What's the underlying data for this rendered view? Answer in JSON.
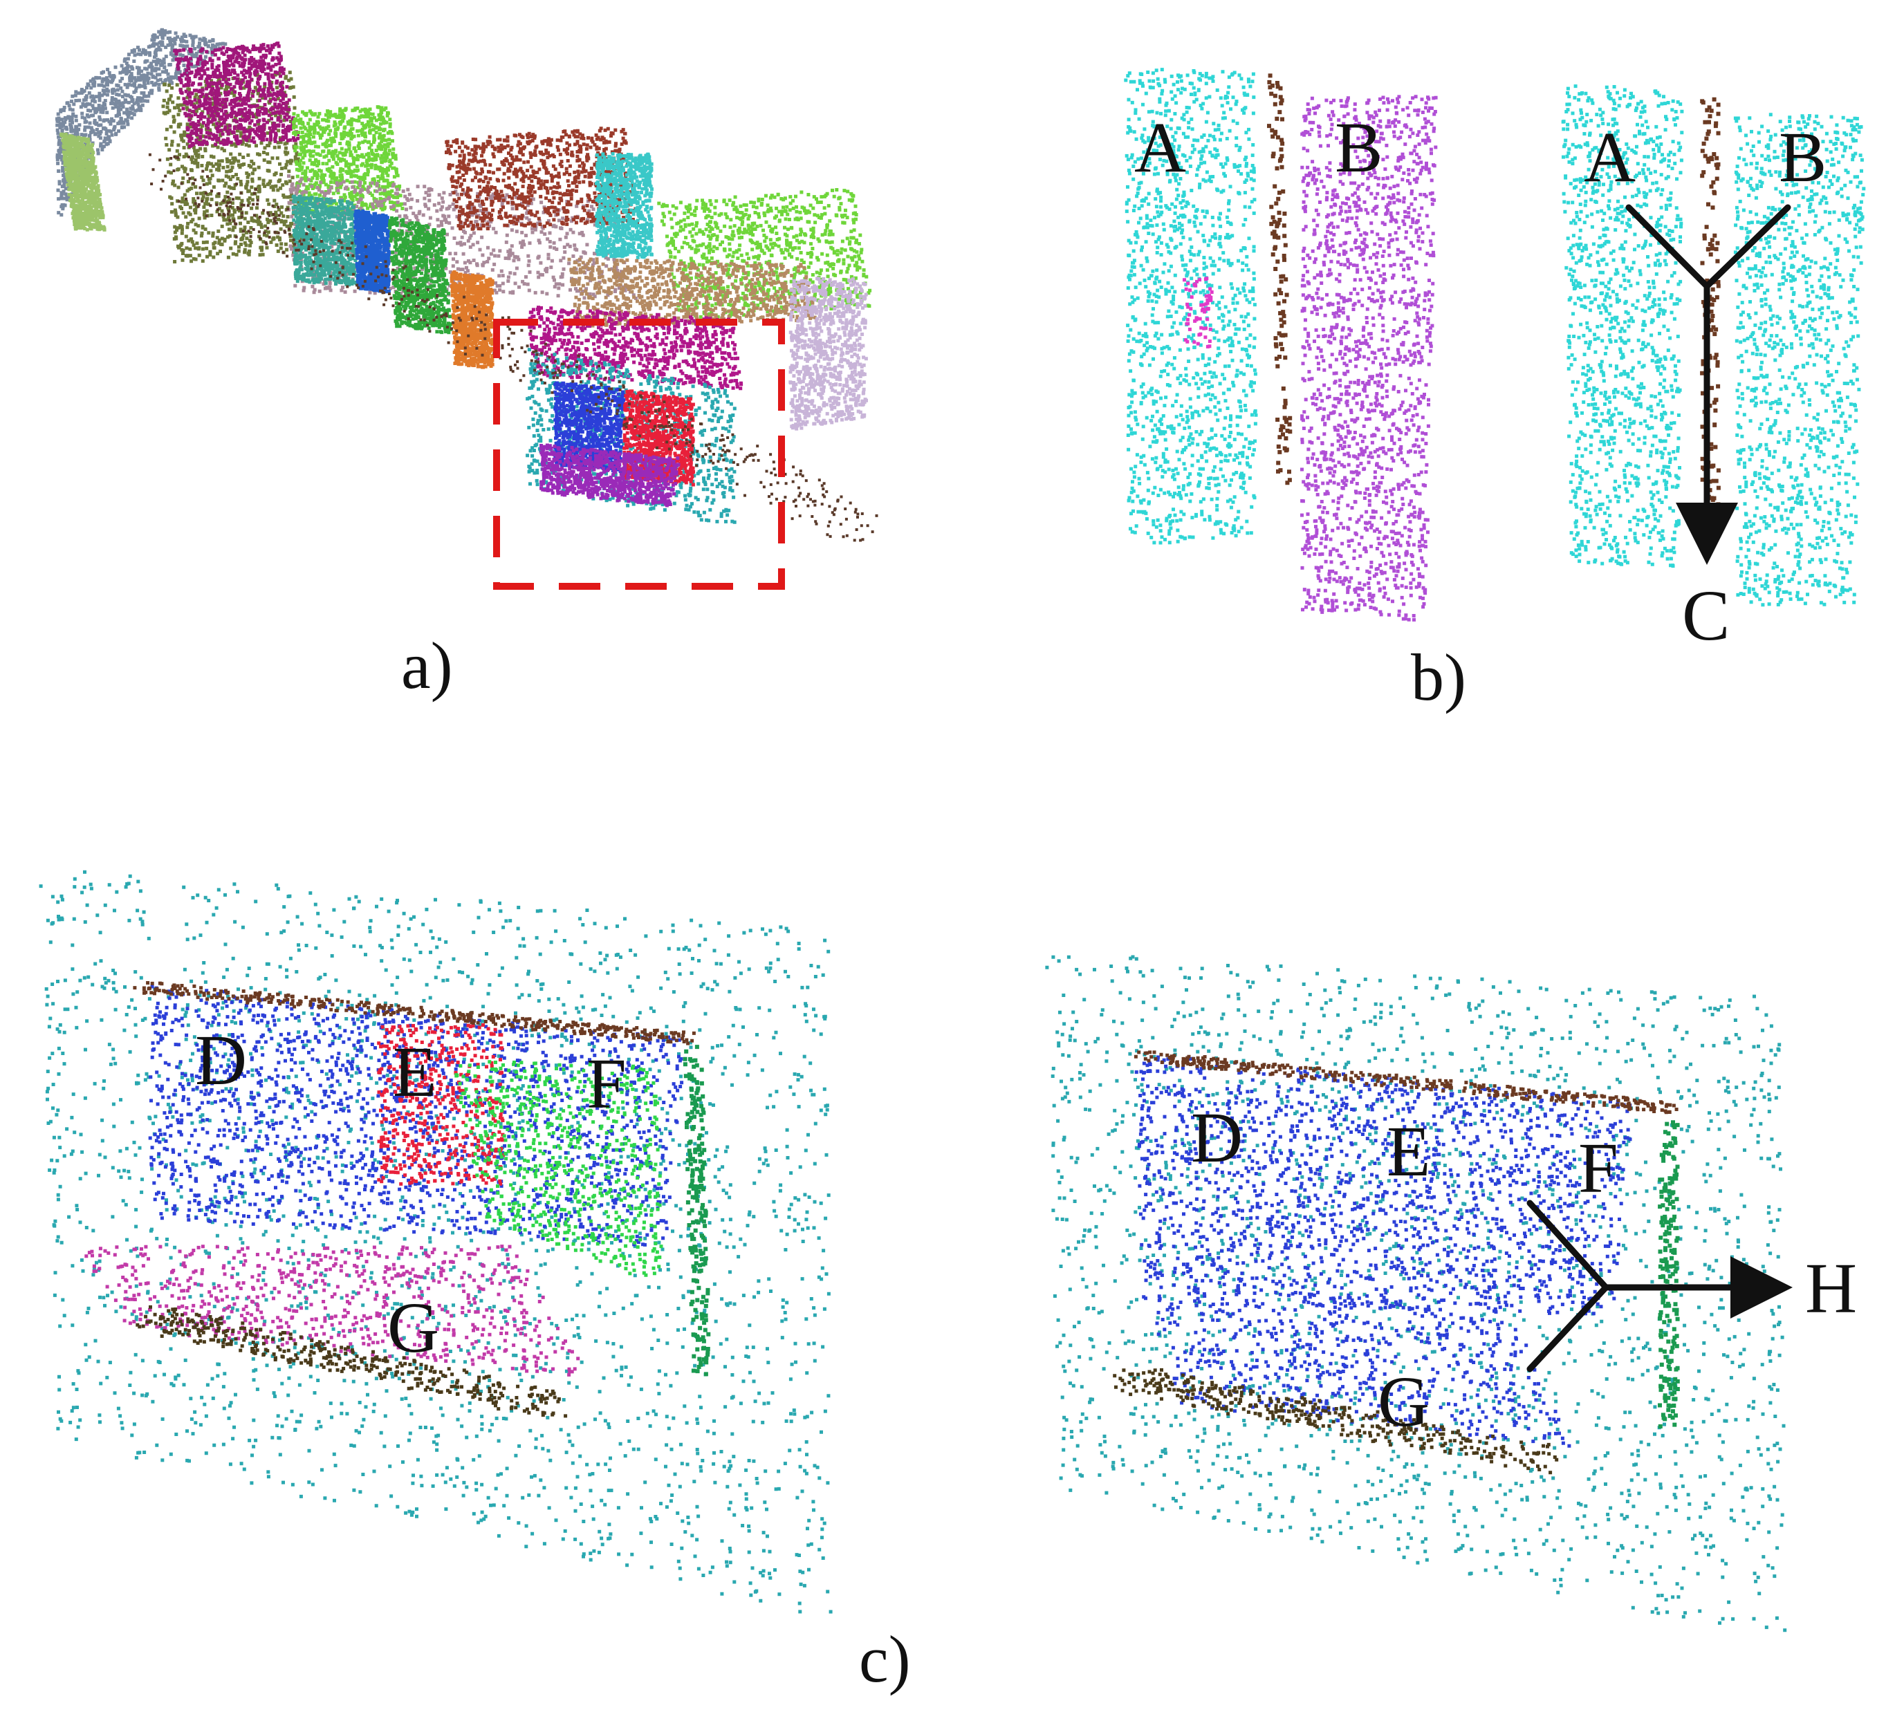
{
  "panels": {
    "a": {
      "caption": "a)"
    },
    "b": {
      "caption": "b)",
      "before": {
        "labels": [
          "A",
          "B"
        ]
      },
      "after": {
        "labels": [
          "A",
          "B",
          "C"
        ]
      }
    },
    "c": {
      "caption": "c)",
      "before": {
        "labels": [
          "D",
          "E",
          "F",
          "G"
        ]
      },
      "after": {
        "labels": [
          "D",
          "E",
          "F",
          "G",
          "H"
        ]
      }
    }
  },
  "colors": {
    "cyan": "#2fd6d6",
    "teal": "#2aa8b0",
    "purple": "#b04fd6",
    "brown": "#6b3a22",
    "blue": "#2b3fd8",
    "red": "#e8203a",
    "green": "#2fd64a",
    "magenta": "#c23aa8",
    "dark_green": "#1a9a50",
    "highlight_box": "#e01818",
    "arrow": "#111111"
  }
}
